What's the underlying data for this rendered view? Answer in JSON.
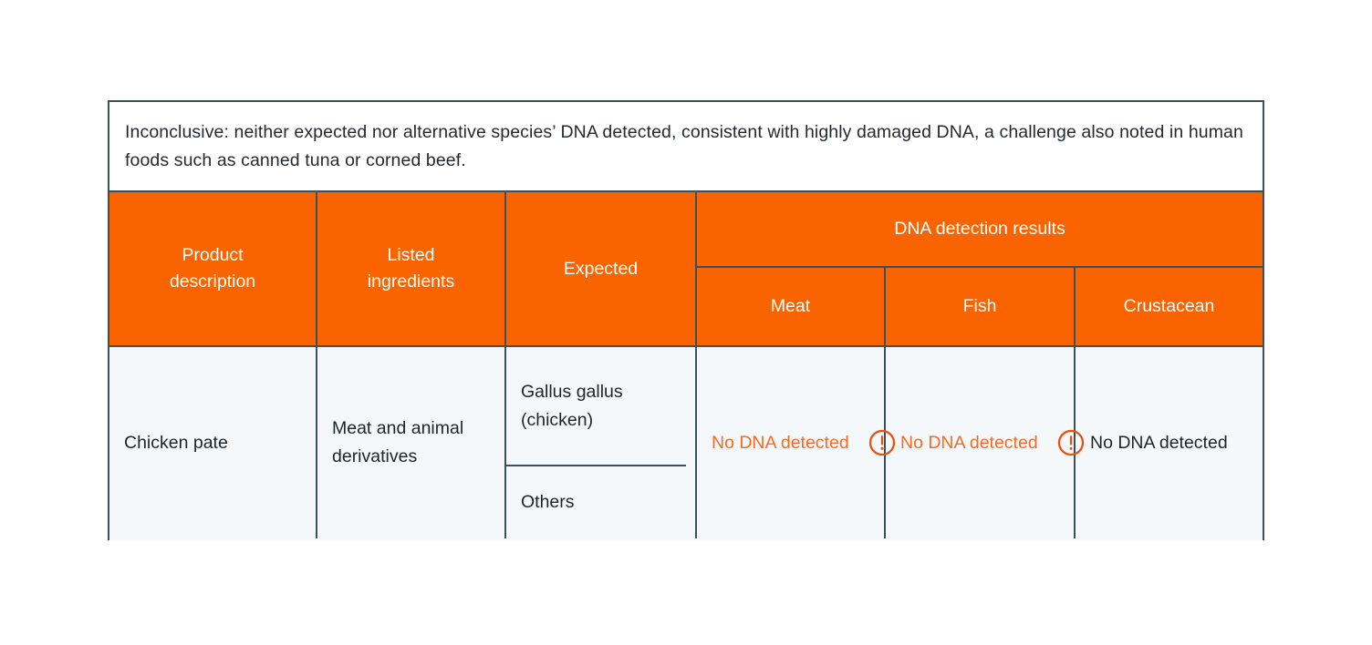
{
  "note": {
    "text": "Inconclusive: neither expected nor alternative species’ DNA detected, consistent with highly damaged DNA, a challenge also noted in human foods such as canned tuna or corned beef."
  },
  "colors": {
    "header_background": "#FA6400",
    "header_text": "#FFFFFF",
    "border": "#3E4F5C",
    "row_background": "#F4F8FB",
    "warning_orange": "#F96A21",
    "body_text": "#1C252B"
  },
  "table": {
    "headers": {
      "product_description": "Product\ndescription",
      "product_description_line1": "Product",
      "product_description_line2": "description",
      "listed_ingredients_line1": "Listed",
      "listed_ingredients_line2": "ingredients",
      "expected": "Expected",
      "dna_detection_results": "DNA detection results",
      "meat": "Meat",
      "fish": "Fish",
      "crustacean": "Crustacean"
    },
    "rows": [
      {
        "product_description": "Chicken pate",
        "listed_ingredients": "Meat and animal derivatives",
        "expected": [
          "Gallus gallus (chicken)",
          "Others"
        ],
        "results": {
          "meat": {
            "text": "No DNA detected",
            "warning": true,
            "icon": "alert-circle-icon"
          },
          "fish": {
            "text": "No DNA detected",
            "warning": true,
            "icon": "alert-circle-icon"
          },
          "crustacean": {
            "text": "No DNA detected",
            "warning": false
          }
        }
      }
    ]
  }
}
